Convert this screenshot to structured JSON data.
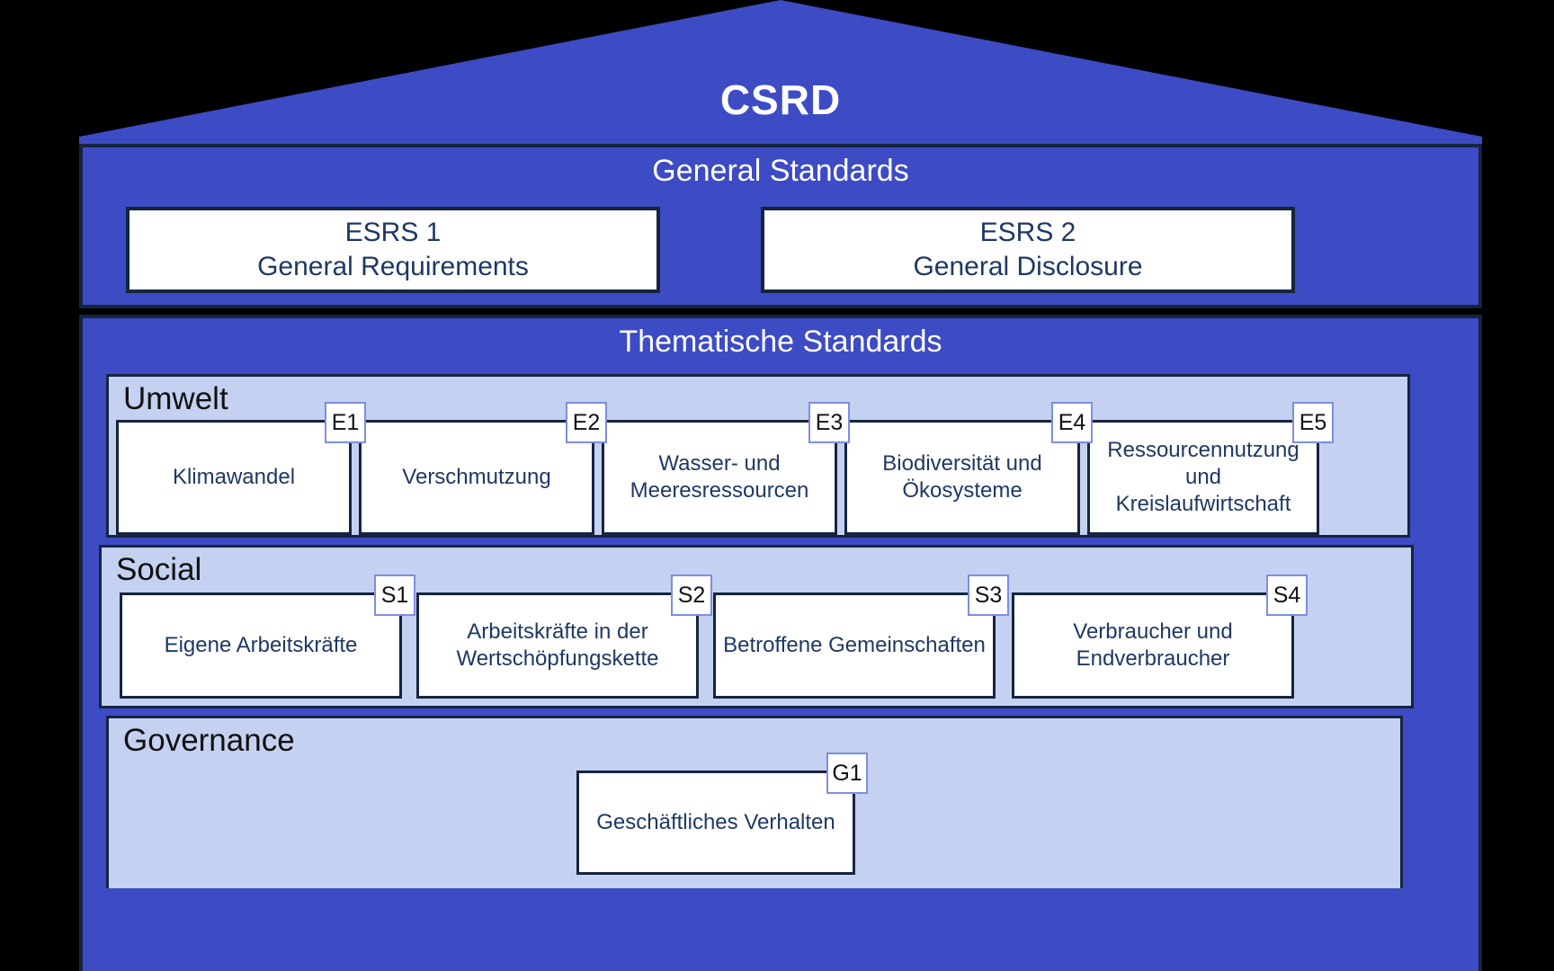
{
  "diagram": {
    "title": "CSRD",
    "roof_label": "CSRD",
    "colors": {
      "primary_blue": "#3D4BC4",
      "band_light_blue": "#C4D1F0",
      "outline_navy": "#16243F",
      "text_navy": "#1F3864",
      "badge_border": "#7E8DE0",
      "background": "#000000"
    }
  },
  "general_standards": {
    "title": "General Standards",
    "boxes": [
      {
        "code": "ESRS 1",
        "name": "General Requirements"
      },
      {
        "code": "ESRS 2",
        "name": "General Disclosure"
      }
    ]
  },
  "thematic_standards": {
    "title": "Thematische Standards",
    "pillars": [
      {
        "label": "Umwelt",
        "topics": [
          {
            "id": "E1",
            "name": "Klimawandel"
          },
          {
            "id": "E2",
            "name": "Verschmutzung"
          },
          {
            "id": "E3",
            "name": "Wasser- und Meeresressourcen"
          },
          {
            "id": "E4",
            "name": "Biodiversität und Ökosysteme"
          },
          {
            "id": "E5",
            "name": "Ressourcennutzung und Kreislaufwirtschaft"
          }
        ]
      },
      {
        "label": "Social",
        "topics": [
          {
            "id": "S1",
            "name": "Eigene Arbeitskräfte"
          },
          {
            "id": "S2",
            "name": "Arbeitskräfte in der Wertschöpfungskette"
          },
          {
            "id": "S3",
            "name": "Betroffene Gemeinschaften"
          },
          {
            "id": "S4",
            "name": "Verbraucher und Endverbraucher"
          }
        ]
      },
      {
        "label": "Governance",
        "topics": [
          {
            "id": "G1",
            "name": "Geschäftliches Verhalten"
          }
        ]
      }
    ]
  }
}
